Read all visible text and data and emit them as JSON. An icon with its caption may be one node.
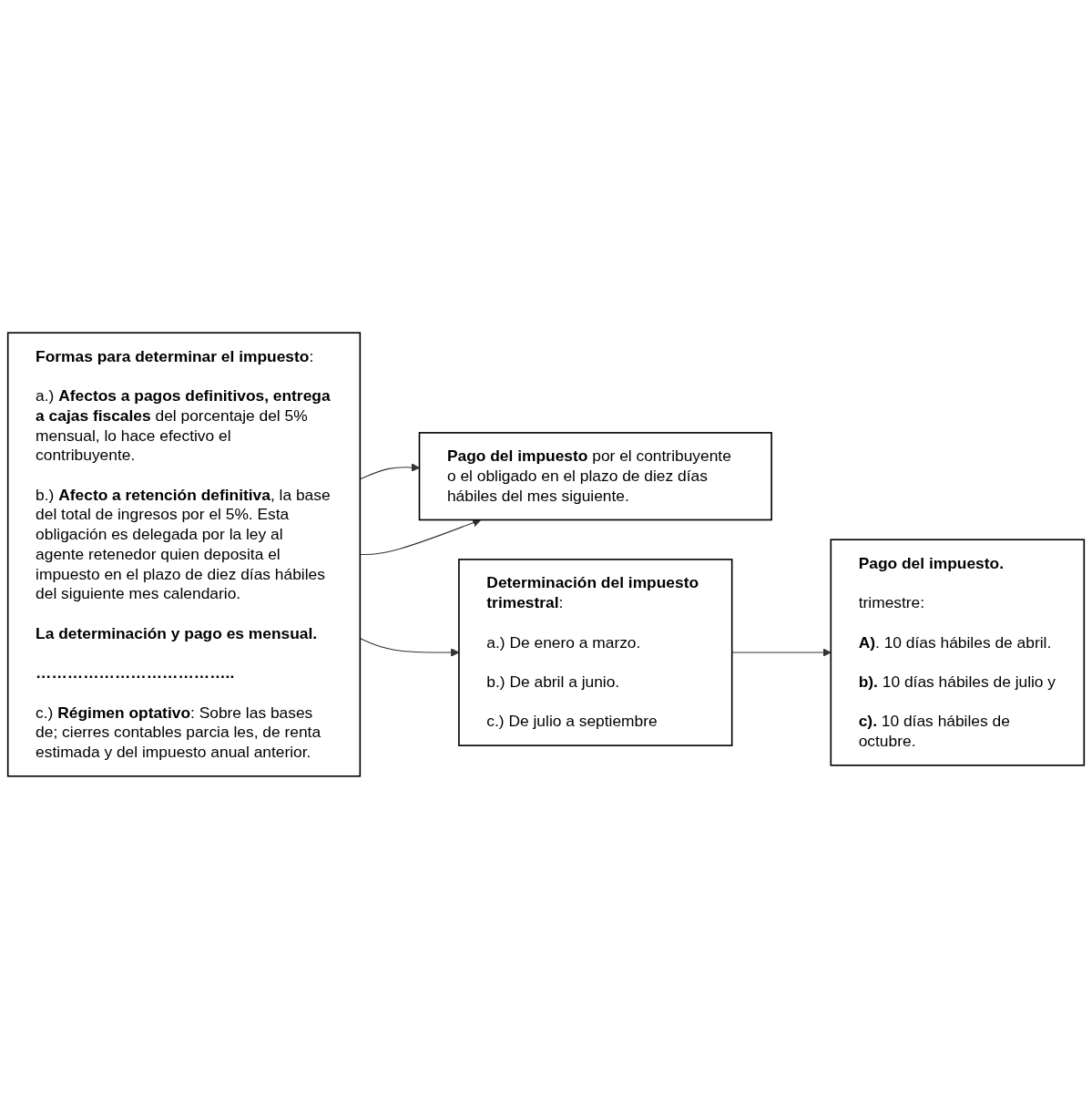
{
  "diagram": {
    "nodes": [
      {
        "text": [
          "**Formas para determinar el impuesto**:",
          "a.) **Afectos a pagos definitivos, entrega a cajas fiscales** del porcentaje del 5% mensual, lo hace efectivo el contribuyente.",
          "b.) **Afecto a retención definitiva**, la base del total de ingresos por el 5%. Esta obligación es delegada por la ley al agente retenedor quien deposita el impuesto en el plazo de diez días hábiles del siguiente mes calendario.",
          "La determinación y pago es mensual.",
          "………………………………..",
          "c.) **Régimen optativo**: Sobre las bases de; cierres contables parcia les, de renta estimada y del impuesto anual anterior."
        ]
      },
      {
        "text": [
          "**Pago del impuesto** por el contribuyente o el obligado en el plazo de diez días hábiles del mes siguiente."
        ]
      },
      {
        "text": [
          "**Determinación del impuesto trimestral**:",
          "a.) De enero a marzo.",
          "b.) De abril a junio.",
          "c.) De julio a septiembre"
        ]
      },
      {
        "text": [
          "Pago del impuesto.",
          "trimestre:",
          "**A)**. 10 días hábiles de abril.",
          "**b).** 10 días hábiles de julio y",
          "**c).** 10 días hábiles de octubre."
        ]
      }
    ],
    "edges": [
      {
        "from": 0,
        "to": 1,
        "arrow": "to"
      },
      {
        "from": 0,
        "to": 1,
        "arrow": "to"
      },
      {
        "from": 0,
        "to": 2,
        "arrow": "to"
      },
      {
        "from": 2,
        "to": 3,
        "arrow": "to"
      }
    ]
  }
}
